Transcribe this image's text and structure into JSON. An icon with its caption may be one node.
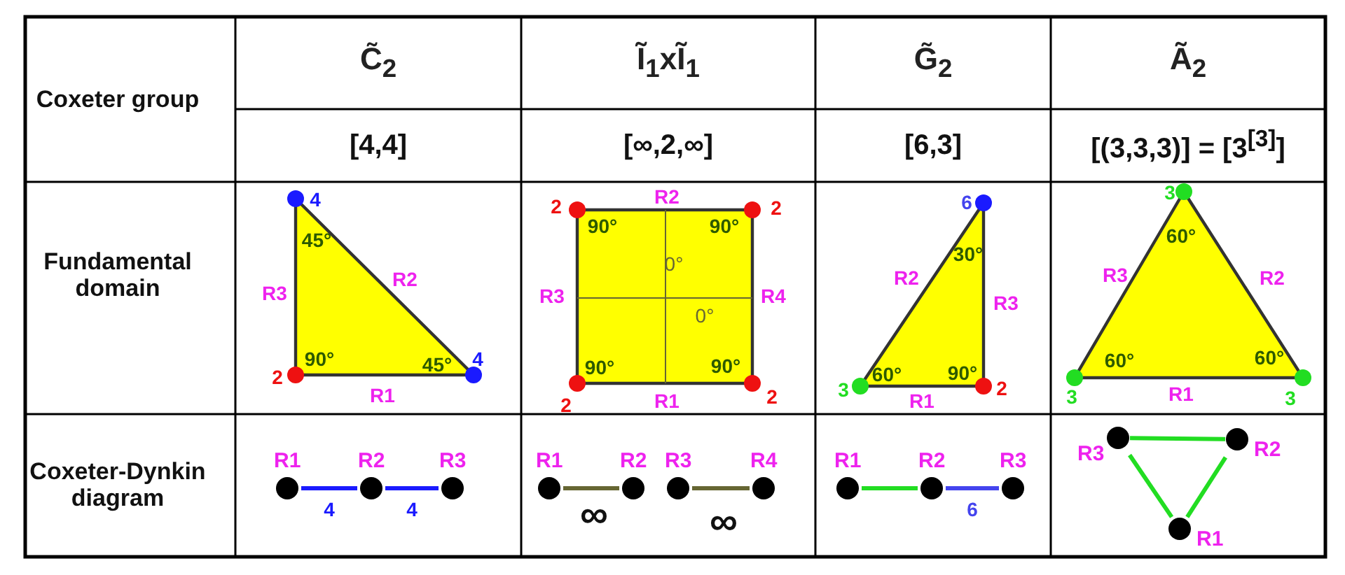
{
  "diagram": {
    "nodes": [
      {
        "text": [
          "R1"
        ]
      },
      {
        "text": [
          "R2"
        ]
      },
      {
        "text": [
          "R3"
        ]
      },
      {
        "text": [
          "R1"
        ]
      },
      {
        "text": [
          "R2"
        ]
      },
      {
        "text": [
          "R3"
        ]
      },
      {
        "text": [
          "R4"
        ]
      },
      {
        "text": [
          "R1"
        ]
      },
      {
        "text": [
          "R2"
        ]
      },
      {
        "text": [
          "R3"
        ]
      },
      {
        "text": [
          "R3"
        ]
      },
      {
        "text": [
          "R2"
        ]
      },
      {
        "text": [
          "R1"
        ]
      }
    ],
    "edges": [
      {
        "from": 0,
        "to": 1,
        "arrow": "none",
        "label": "4",
        "color": "#1a1aff"
      },
      {
        "from": 1,
        "to": 2,
        "arrow": "none",
        "label": "4",
        "color": "#1a1aff"
      },
      {
        "from": 3,
        "to": 4,
        "arrow": "none",
        "label": "∞",
        "color": "#666633"
      },
      {
        "from": 5,
        "to": 6,
        "arrow": "none",
        "label": "∞",
        "color": "#666633"
      },
      {
        "from": 7,
        "to": 8,
        "arrow": "none"
      },
      {
        "from": 8,
        "to": 9,
        "arrow": "none",
        "label": "6",
        "color": "#4444ee"
      },
      {
        "from": 10,
        "to": 11,
        "arrow": "none"
      },
      {
        "from": 11,
        "to": 12,
        "arrow": "none"
      },
      {
        "from": 12,
        "to": 10,
        "arrow": "none"
      }
    ],
    "labels": [
      "Coxeter group",
      "C̃$_{2}$",
      "Ĩ$_{1}$xĨ$_{1}$",
      "G̃$_{2}$",
      "Ã$_{2}$",
      "[4,4]",
      "[∞,2,∞]",
      "[6,3]",
      "[(3,3,3)] = [3$^{[3]}$]",
      "Fundamental domain",
      "4",
      "45°",
      "R3",
      "R2",
      "2",
      "90°",
      "45°",
      "4",
      "R1",
      "2",
      "R2",
      "2",
      "90°",
      "90°",
      "0°",
      "R3",
      "R4",
      "0°",
      "90°",
      "90°",
      "2",
      "2",
      "R1",
      "6",
      "30°",
      "R2",
      "R3",
      "60°",
      "90°",
      "3",
      "2",
      "R1",
      "3",
      "60°",
      "R3",
      "R2",
      "60°",
      "60°",
      "3",
      "R1",
      "3",
      "Coxeter-Dynkin diagram"
    ]
  }
}
